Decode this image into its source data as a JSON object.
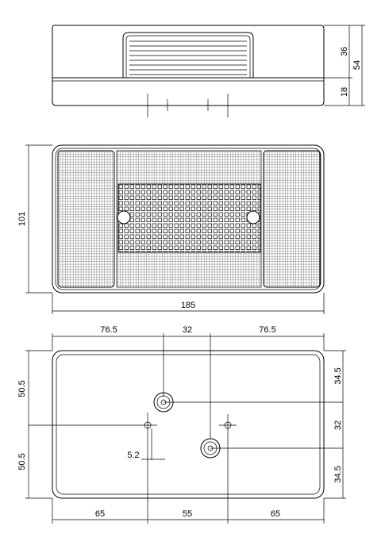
{
  "side_view": {
    "dim_top": "36",
    "dim_total": "54",
    "dim_bottom": "18"
  },
  "front_view": {
    "dim_height": "101",
    "dim_width": "185"
  },
  "bottom_view": {
    "dim_top_left": "76.5",
    "dim_top_mid": "32",
    "dim_top_right": "76.5",
    "dim_left_upper": "50.5",
    "dim_left_lower": "50.5",
    "dim_right_top": "34.5",
    "dim_right_mid": "32",
    "dim_right_bottom": "34.5",
    "dim_hole": "5.2",
    "dim_bottom_left": "65",
    "dim_bottom_mid": "55",
    "dim_bottom_right": "65"
  }
}
